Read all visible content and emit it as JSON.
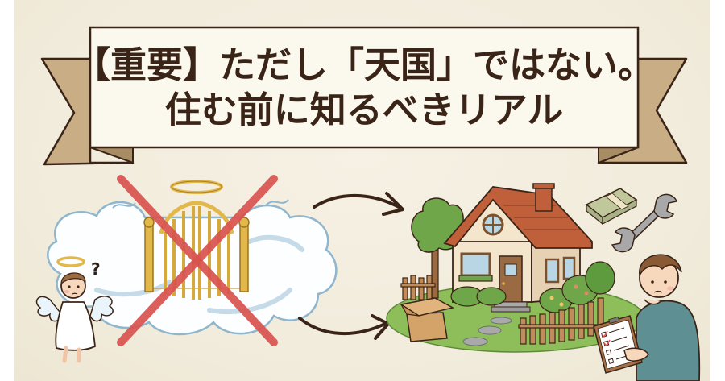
{
  "banner": {
    "line1": "【重要】ただし「天国」ではない。",
    "line2": "住む前に知るべきリアル"
  },
  "illustration": {
    "left_scene": {
      "subject": "heaven-gate-crossed-out",
      "elements": [
        "halo",
        "golden-gate",
        "clouds",
        "red-x-mark",
        "confused-angel"
      ],
      "angel_thought": "?"
    },
    "arrows": [
      "arrow-upper",
      "arrow-lower"
    ],
    "right_scene": {
      "subject": "real-house",
      "elements": [
        "house",
        "chimney",
        "tree",
        "fence",
        "cardboard-box",
        "stepping-stones",
        "bushes",
        "cash-stack",
        "wrench",
        "man-with-checklist"
      ],
      "checklist_items": 4,
      "checked_items": 2
    }
  },
  "colors": {
    "background": "#F3EEDF",
    "banner_fill": "#FBF8EE",
    "ribbon_fill": "#C9AE85",
    "ribbon_shadow": "#A88C63",
    "outline": "#3A2418",
    "text": "#3A2418",
    "red_x": "#D9534F",
    "gold": "#E2B84A",
    "cloud_outline": "#8FB6CC",
    "roof": "#C0603A",
    "grass": "#8DBE5A",
    "shirt": "#5E8F92"
  }
}
